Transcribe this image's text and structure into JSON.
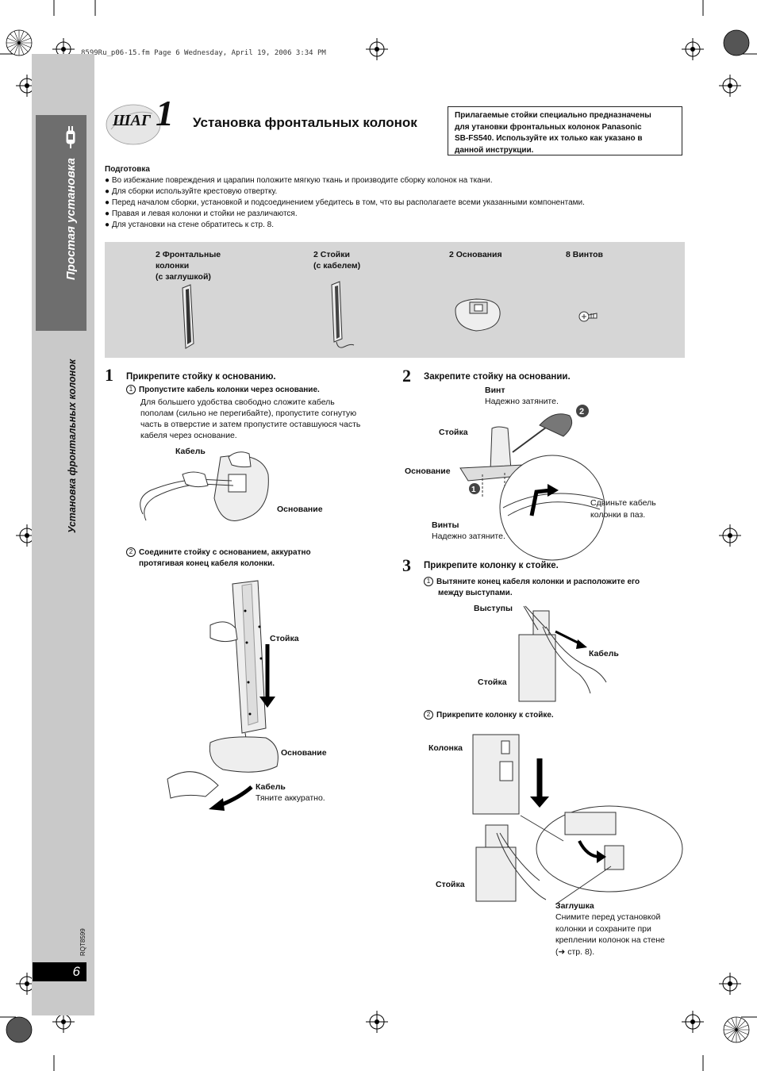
{
  "file_info": "8599Ru_p06-15.fm  Page 6  Wednesday, April 19, 2006  3:34 PM",
  "sidebar": {
    "tab_title": "Простая установка",
    "section_title": "Установка фронтальных колонок",
    "doc_code": "RQT8599",
    "page_number": "6"
  },
  "header": {
    "step_word": "ШАГ",
    "step_number": "1",
    "title": "Установка фронтальных колонок",
    "note_lines": [
      "Прилагаемые стойки специально предназначены",
      "для утановки фронтальных колонок Panasonic",
      "SB-FS540. Используйте их только как указано в",
      "данной инструкции."
    ]
  },
  "preparation": {
    "heading": "Подготовка",
    "items": [
      "Во избежание повреждения и царапин положите мягкую ткань и производите сборку колонок на ткани.",
      "Для сборки используйте крестовую отвертку.",
      "Перед началом сборки, установкой и подсоединением убедитесь в том, что вы располагаете всеми указанными компонентами.",
      "Правая и левая колонки и стойки не различаются.",
      "Для установки на стене обратитесь к стр. 8."
    ]
  },
  "parts": [
    {
      "lines": [
        "2 Фронтальные",
        "колонки",
        "(с заглушкой)"
      ]
    },
    {
      "lines": [
        "2 Стойки",
        "(с кабелем)"
      ]
    },
    {
      "lines": [
        "2 Основания"
      ]
    },
    {
      "lines": [
        "8 Винтов"
      ]
    }
  ],
  "step1": {
    "number": "1",
    "title": "Прикрепите стойку к основанию.",
    "sub1_mark": "1",
    "sub1_title": "Пропустите кабель колонки через основание.",
    "sub1_text": [
      "Для большего удобства свободно сложите кабель",
      "пополам (сильно не перегибайте), пропустите согнутую",
      "часть в отверстие и затем пропустите оставшуюся часть",
      "кабеля через основание."
    ],
    "fig1_cable": "Кабель",
    "fig1_base": "Основание",
    "sub2_mark": "2",
    "sub2_lines": [
      "Соедините стойку с основанием, аккуратно",
      "протягивая конец кабеля колонки."
    ],
    "fig2_stand": "Стойка",
    "fig2_base": "Основание",
    "fig2_cable": "Кабель",
    "fig2_pull": "Тяните аккуратно."
  },
  "step2": {
    "number": "2",
    "title": "Закрепите стойку на основании.",
    "screw_label": "Винт",
    "screw_note": "Надежно затяните.",
    "stand_label": "Стойка",
    "base_label": "Основание",
    "screws_label": "Винты",
    "screws_note": "Надежно затяните.",
    "slide_lines": [
      "Сдвиньте кабель",
      "колонки в паз."
    ],
    "badge1": "1",
    "badge2": "2"
  },
  "step3": {
    "number": "3",
    "title": "Прикрепите колонку к стойке.",
    "sub1_mark": "1",
    "sub1_lines": [
      "Вытяните конец кабеля колонки и расположите его",
      "между выступами."
    ],
    "tabs_label": "Выступы",
    "cable_label": "Кабель",
    "stand_label": "Стойка",
    "sub2_mark": "2",
    "sub2_title": "Прикрепите колонку к стойке.",
    "speaker_label": "Колонка",
    "stand2_label": "Стойка",
    "cap_label": "Заглушка",
    "cap_lines": [
      "Снимите перед установкой",
      "колонки и сохраните при",
      "креплении колонок на стене",
      "(➜ стр. 8)."
    ]
  }
}
